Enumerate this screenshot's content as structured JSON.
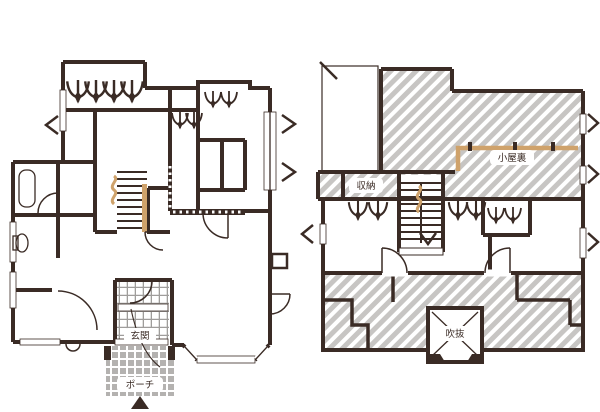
{
  "drawing": {
    "kind": "two-floor residential floor plan",
    "first_floor": {
      "labels": {
        "entrance": "玄関",
        "porch": "ポーチ"
      }
    },
    "second_floor": {
      "labels": {
        "storage": "収納",
        "attic": "小屋裏",
        "void": "吹抜"
      }
    }
  },
  "colors": {
    "wall": "#3a2b25",
    "wood_accent": "#cfa26b",
    "hatch_gray": "#c7c5c3",
    "porch_tile_gray": "#b4b2b0",
    "tile_joint_gray": "#9f9d9b",
    "background": "#ffffff",
    "label_background": "#ffffff",
    "label_text": "#3a2b25"
  },
  "icons": {
    "entrance_arrow": "filled-triangle-up",
    "stairs_direction": "v-chevron",
    "bay_window": "side-chevron",
    "closet_hanger": "hanger-hook",
    "void_cross": "x-cross"
  }
}
